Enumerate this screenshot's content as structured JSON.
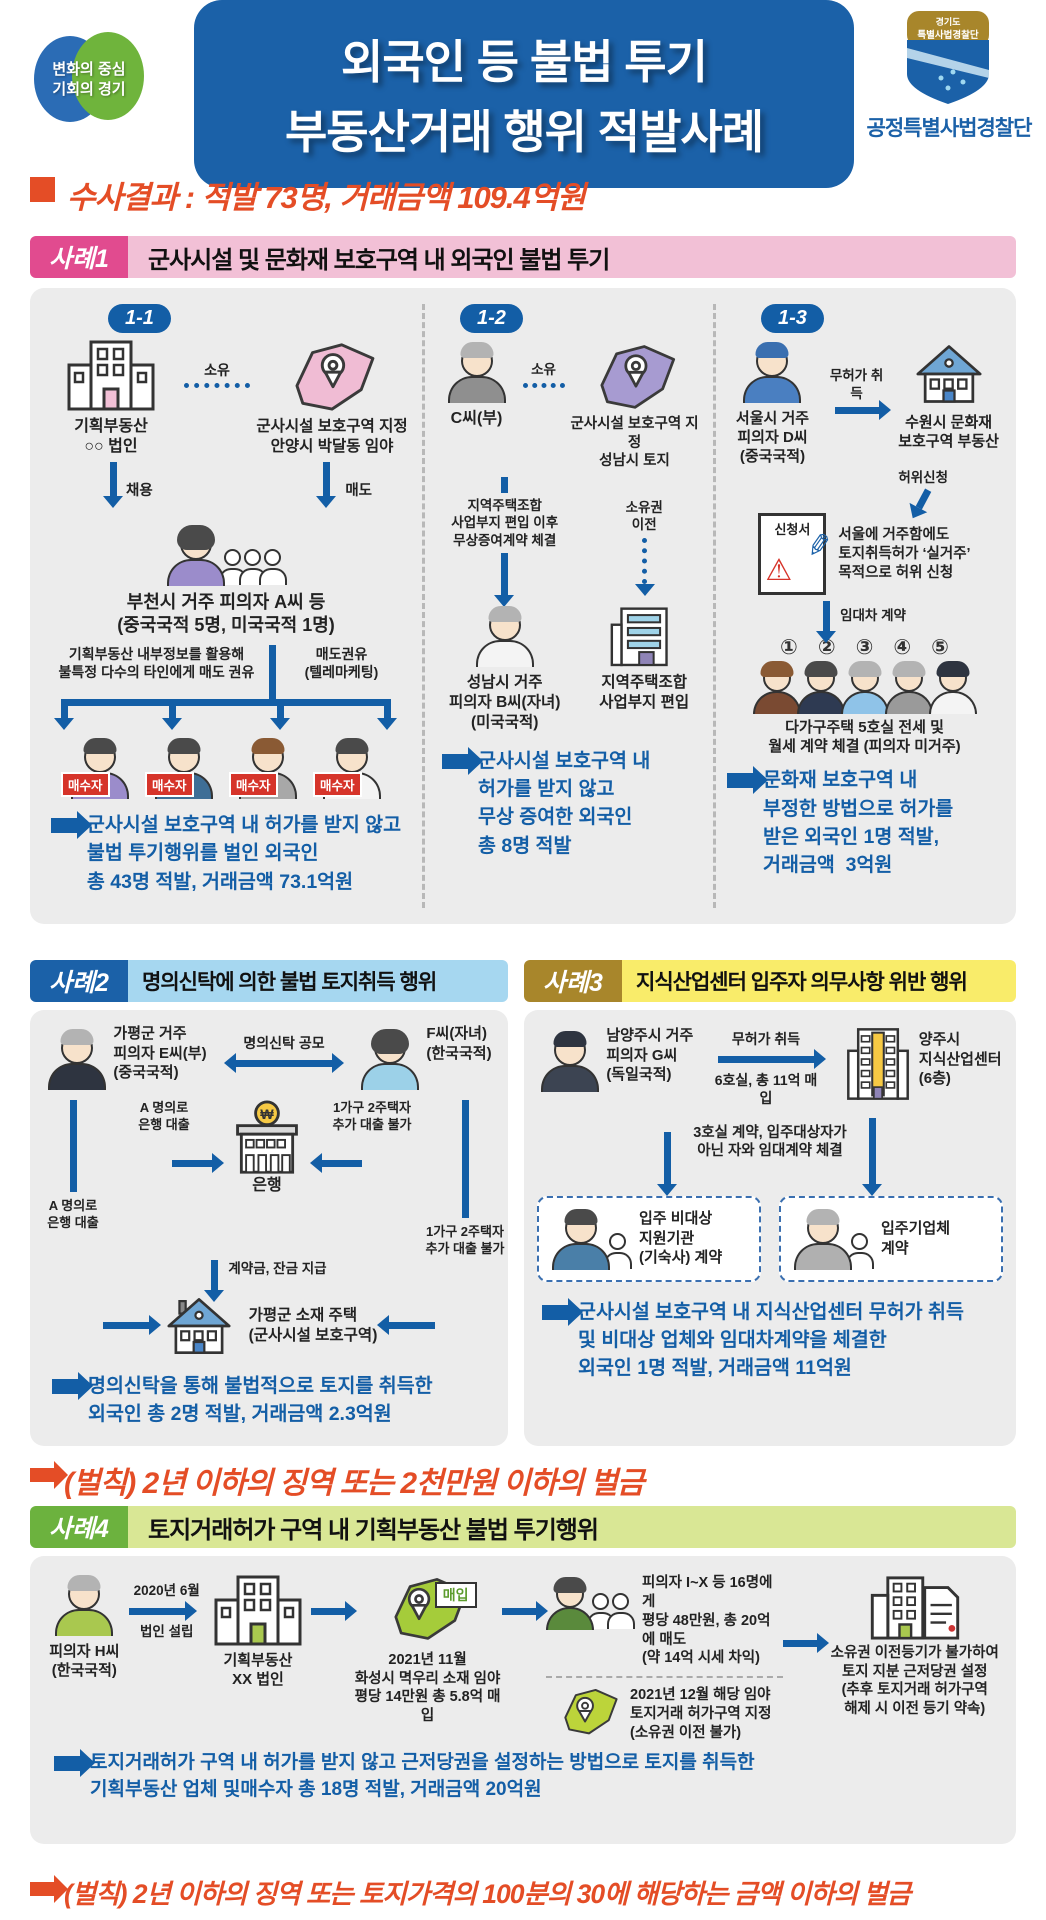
{
  "colors": {
    "header_blue": "#1b61a8",
    "arrow_blue": "#135ea6",
    "alert_red": "#e44d26",
    "tag_red": "#d6342a",
    "panel_gray": "#ececec",
    "case1_badge": "#e14b8f",
    "case1_banner": "#f2c0d6",
    "case2_badge": "#1b61a8",
    "case2_banner": "#a6d7f0",
    "case3_badge": "#a8862b",
    "case3_banner": "#f9ec6a",
    "case4_badge": "#6cb23e",
    "case4_banner": "#d9e795"
  },
  "header": {
    "gg_logo": [
      "변화의 중심",
      "기회의 경기"
    ],
    "title": [
      "외국인 등 불법 투기",
      "부동산거래 행위 적발사례"
    ],
    "shield": [
      "경기도",
      "특별사법경찰단"
    ],
    "org": "공정특별사법경찰단"
  },
  "summary": "수사결과 : 적발 73명, 거래금액 109.4억원",
  "case1": {
    "badge": "사례1",
    "title": "군사시설 및 문화재 보호구역 내 외국인 불법 투기",
    "s11": {
      "badge": "1-1",
      "building": [
        "기획부동산",
        "○○ 법인"
      ],
      "own": "소유",
      "land": [
        "군사시설 보호구역 지정",
        "안양시 박달동 임야"
      ],
      "hire": "채용",
      "sell": "매도",
      "suspect": [
        "부천시 거주 피의자 A씨 등",
        "(중국국적 5명, 미국국적 1명)"
      ],
      "left_note": [
        "기획부동산 내부정보를 활용해",
        "불특정 다수의 타인에게 매도 권유"
      ],
      "right_note": [
        "매도권유",
        "(텔레마케팅)"
      ],
      "buyer_badge": "매수자",
      "conclusion": [
        "군사시설 보호구역 내 허가를 받지 않고",
        "불법 투기행위를 벌인 외국인",
        "총 43명 적발, 거래금액 73.1억원"
      ]
    },
    "s12": {
      "badge": "1-2",
      "owner": "C씨(부)",
      "own": "소유",
      "land": [
        "군사시설 보호구역 지정",
        "성남시 토지"
      ],
      "note1": [
        "지역주택조합",
        "사업부지 편입 이후",
        "무상증여계약 체결"
      ],
      "note2": [
        "소유권",
        "이전"
      ],
      "child": [
        "성남시 거주",
        "피의자 B씨(자녀)",
        "(미국국적)"
      ],
      "assoc": [
        "지역주택조합",
        "사업부지 편입"
      ],
      "conclusion": [
        "군사시설 보호구역 내",
        "허가를 받지 않고",
        "무상 증여한 외국인",
        "총 8명 적발"
      ]
    },
    "s13": {
      "badge": "1-3",
      "suspect": [
        "서울시 거주",
        "피의자 D씨",
        "(중국국적)"
      ],
      "acquire": "무허가 취득",
      "property": [
        "수원시 문화재",
        "보호구역 부동산"
      ],
      "false_apply": "허위신청",
      "doc_label": "신청서",
      "doc_note": [
        "서울에 거주함에도",
        "토지취득허가 ‘실거주’",
        "목적으로 허위 신청"
      ],
      "lease": "임대차 계약",
      "numbers": [
        "①",
        "②",
        "③",
        "④",
        "⑤"
      ],
      "tenants": [
        "다가구주택 5호실 전세 및",
        "월세 계약 체결 (피의자 미거주)"
      ],
      "conclusion": [
        "문화재 보호구역 내",
        "부정한 방법으로 허가를",
        "받은 외국인 1명 적발,",
        "거래금액  3억원"
      ]
    }
  },
  "case2": {
    "badge": "사례2",
    "title": "명의신탁에 의한 불법 토지취득 행위",
    "father": [
      "가평군 거주",
      "피의자 E씨(부)",
      "(중국국적)"
    ],
    "collusion": "명의신탁 공모",
    "daughter": [
      "F씨(자녀)",
      "(한국국적)"
    ],
    "loan_label": [
      "A 명의로",
      "은행 대출"
    ],
    "no_loan_label": [
      "1가구 2주택자",
      "추가 대출 불가"
    ],
    "bank": "은행",
    "bank_symbol": "₩",
    "pay": "계약금, 잔금 지급",
    "house": [
      "가평군 소재 주택",
      "(군사시설 보호구역)"
    ],
    "conclusion": [
      "명의신탁을 통해 불법적으로 토지를 취득한",
      "외국인 총 2명 적발, 거래금액 2.3억원"
    ]
  },
  "case3": {
    "badge": "사례3",
    "title": "지식산업센터 입주자 의무사항 위반 행위",
    "suspect": [
      "남양주시 거주",
      "피의자 G씨",
      "(독일국적)"
    ],
    "acquire": "무허가 취득",
    "buy_note": "6호실, 총 11억 매입",
    "center": [
      "양주시",
      "지식산업센터",
      "(6층)"
    ],
    "lease_note": [
      "3호실 계약, 입주대상자가",
      "아닌 자와 임대계약 체결"
    ],
    "box1": [
      "입주 비대상",
      "지원기관",
      "(기숙사) 계약"
    ],
    "box2": [
      "입주기업체",
      "계약"
    ],
    "conclusion": [
      "군사시설 보호구역 내 지식산업센터 무허가 취득",
      "및 비대상 업체와 임대차계약을 체결한",
      "외국인 1명 적발, 거래금액 11억원"
    ]
  },
  "penalty1": "(벌칙) 2년 이하의 징역 또는 2천만원 이하의 벌금",
  "case4": {
    "badge": "사례4",
    "title": "토지거래허가 구역 내 기획부동산 불법 투기행위",
    "suspect": [
      "피의자 H씨",
      "(한국국적)"
    ],
    "found": [
      "2020년 6월",
      "법인 설립"
    ],
    "company": [
      "기획부동산",
      "XX 법인"
    ],
    "buy_sign": "매입",
    "buy": [
      "2021년 11월",
      "화성시 멱우리 소재 임야",
      "평당 14만원 총 5.8억 매입"
    ],
    "sell": [
      "피의자 I~X 등 16명에게",
      "평당 48만원, 총 20억에 매도",
      "(약 14억 시세 차익)"
    ],
    "designate": [
      "2021년 12월 해당 임야",
      "토지거래 허가구역 지정",
      "(소유권 이전 불가)"
    ],
    "mortgage": [
      "소유권 이전등기가 불가하여",
      "토지 지분 근저당권 설정",
      "(추후 토지거래 허가구역",
      "해제 시 이전 등기 약속)"
    ],
    "conclusion": [
      "토지거래허가 구역 내 허가를 받지 않고 근저당권을 설정하는 방법으로 토지를 취득한",
      "기획부동산 업체 및매수자 총 18명 적발, 거래금액 20억원"
    ]
  },
  "penalty2": "(벌칙) 2년 이하의 징역 또는 토지가격의 100분의 30에 해당하는 금액 이하의 벌금"
}
